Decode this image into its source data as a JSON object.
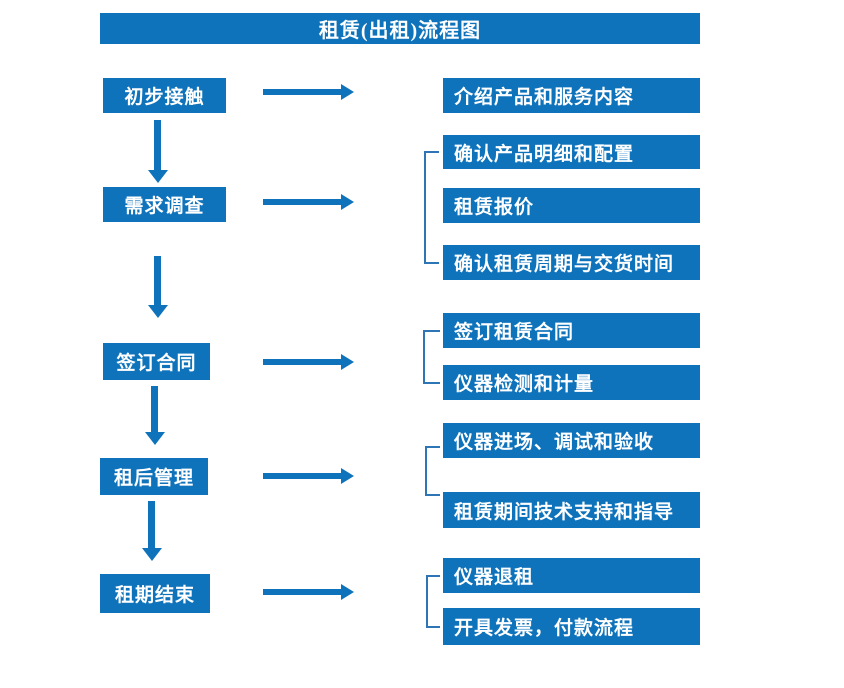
{
  "title": "租赁(出租)流程图",
  "colors": {
    "primary_blue": "#0f73bb",
    "bracket_blue": "#2e75b6",
    "text": "#ffffff",
    "background": "#ffffff"
  },
  "steps": [
    {
      "label": "初步接触"
    },
    {
      "label": "需求调查"
    },
    {
      "label": "签订合同"
    },
    {
      "label": "租后管理"
    },
    {
      "label": "租期结束"
    }
  ],
  "details": [
    {
      "label": "介绍产品和服务内容"
    },
    {
      "label": "确认产品明细和配置"
    },
    {
      "label": "租赁报价"
    },
    {
      "label": "确认租赁周期与交货时间"
    },
    {
      "label": "签订租赁合同"
    },
    {
      "label": "仪器检测和计量"
    },
    {
      "label": "仪器进场、调试和验收"
    },
    {
      "label": "租赁期间技术支持和指导"
    },
    {
      "label": "仪器退租"
    },
    {
      "label": "开具发票，付款流程"
    }
  ]
}
